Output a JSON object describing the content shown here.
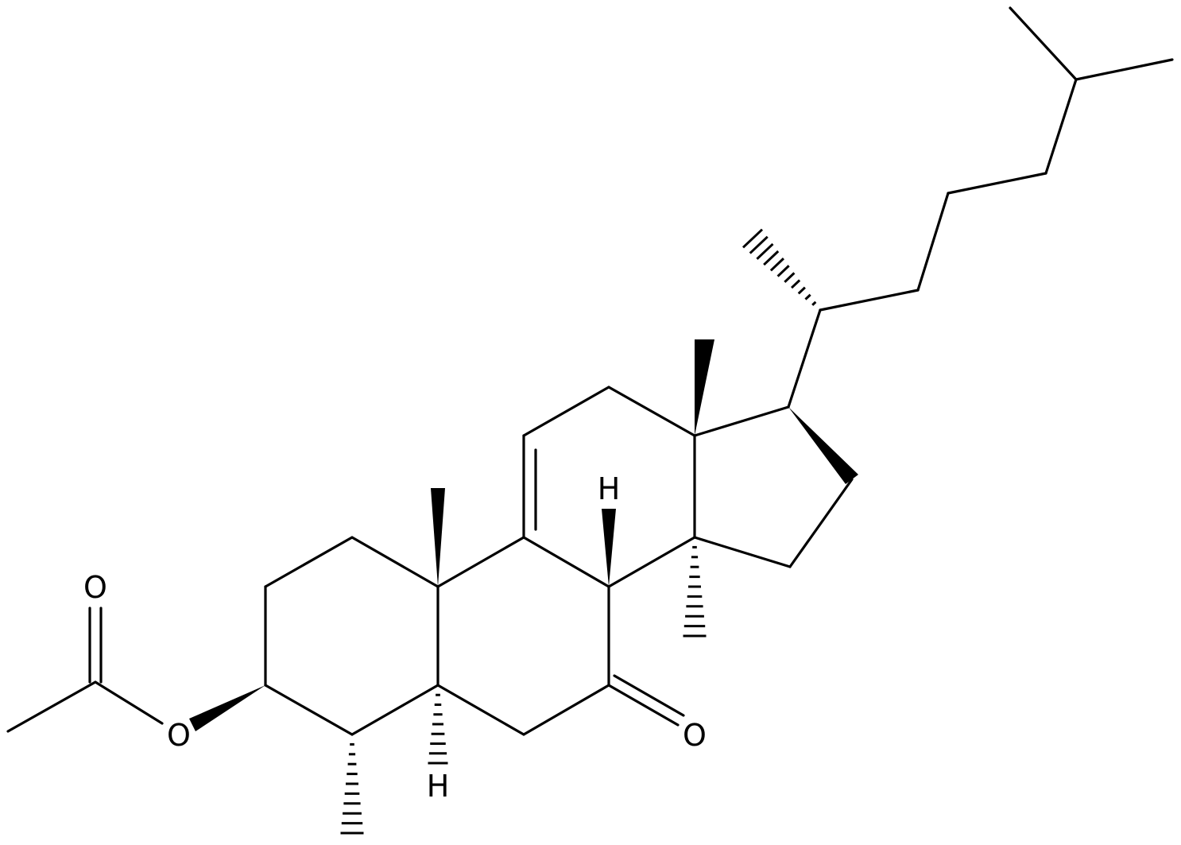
{
  "molecule": {
    "atom_labels": {
      "carbonyl_oxygen_acetyl": "O",
      "ester_oxygen": "O",
      "ketone_oxygen": "O",
      "h_c5": "H",
      "h_c8": "H"
    },
    "colors": {
      "bond": "#000000",
      "background": "#ffffff"
    }
  }
}
